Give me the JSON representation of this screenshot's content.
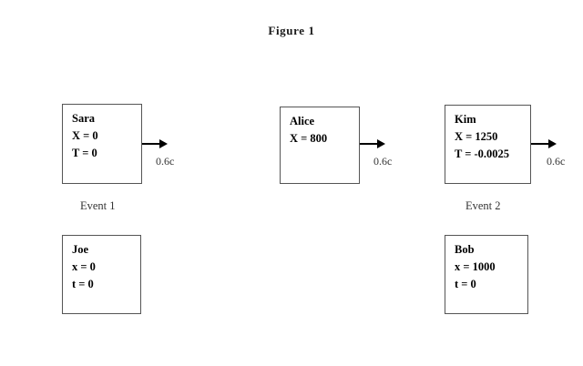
{
  "figure": {
    "title": "Figure 1"
  },
  "moving_frame_boxes": [
    {
      "name": "Sara",
      "lines": [
        "Sara",
        "X = 0",
        "T = 0"
      ],
      "arrow_speed": "0.6c"
    },
    {
      "name": "Alice",
      "lines": [
        "Alice",
        "X = 800"
      ],
      "arrow_speed": "0.6c"
    },
    {
      "name": "Kim",
      "lines": [
        "Kim",
        "X = 1250",
        "T = -0.0025"
      ],
      "arrow_speed": "0.6c"
    }
  ],
  "rest_frame_boxes": [
    {
      "name": "Joe",
      "lines": [
        "Joe",
        "x = 0",
        "t = 0"
      ]
    },
    {
      "name": "Bob",
      "lines": [
        "Bob",
        "x = 1000",
        "t = 0"
      ]
    }
  ],
  "event_labels": [
    {
      "text": "Event 1"
    },
    {
      "text": "Event 2"
    }
  ],
  "colors": {
    "box_border": "#555555",
    "arrow": "#000000",
    "text": "#000000",
    "caption_text": "#333333",
    "background": "#ffffff"
  }
}
